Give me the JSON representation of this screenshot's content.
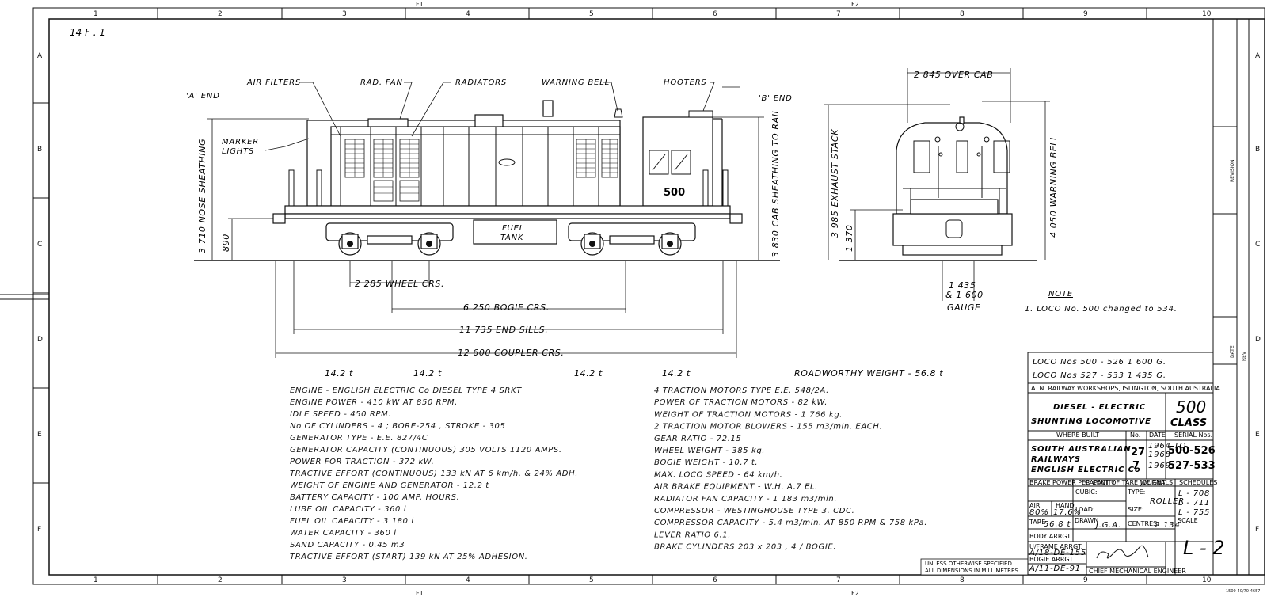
{
  "drawing": {
    "sheet_ref": "14 F . 1",
    "grid_cols": [
      "1",
      "2",
      "3",
      "4",
      "5",
      "6",
      "7",
      "8",
      "9",
      "10"
    ],
    "grid_rows": [
      "A",
      "B",
      "C",
      "D",
      "E",
      "F"
    ],
    "fold_marks": [
      "F1",
      "F2"
    ],
    "revision_labels": [
      "REVISION",
      "DATE",
      "REV"
    ],
    "corner_code": "1500-40/70-4657"
  },
  "side_view": {
    "a_end": "'A' END",
    "b_end": "'B' END",
    "callouts": {
      "air_filters": "AIR FILTERS",
      "rad_fan": "RAD. FAN",
      "radiators": "RADIATORS",
      "warning_bell": "WARNING BELL",
      "hooters": "HOOTERS",
      "marker_lights": [
        "MARKER",
        "LIGHTS"
      ],
      "fuel_tank": [
        "FUEL",
        "TANK"
      ]
    },
    "loco_number": "500",
    "dims": {
      "nose_sheathing": "3 710 NOSE SHEATHING",
      "d890": "890",
      "cab_sheathing": "3 830 CAB SHEATHING TO RAIL",
      "wheel_crs": "2 285 WHEEL CRS.",
      "bogie_crs": "6 250 BOGIE CRS.",
      "end_sills": "11 735 END SILLS.",
      "coupler_crs": "12 600 COUPLER CRS."
    },
    "axle_loads": [
      "14.2 t",
      "14.2 t",
      "14.2 t",
      "14.2 t"
    ],
    "roadworthy": "ROADWORTHY WEIGHT - 56.8 t"
  },
  "end_view": {
    "over_cab": "2 845 OVER CAB",
    "exhaust": "3 985 EXHAUST STACK",
    "warning_bell": "4 050 WARNING BELL",
    "d1370": "1 370",
    "gauge": [
      "1 435",
      "& 1 600",
      "GAUGE"
    ]
  },
  "note": {
    "title": "NOTE",
    "text": "1. LOCO No. 500 changed to 534."
  },
  "specs_left": [
    "ENGINE - ENGLISH ELECTRIC Co DIESEL TYPE 4 SRKT",
    "ENGINE POWER - 410 kW AT 850 RPM.",
    "IDLE SPEED - 450 RPM.",
    "No OF CYLINDERS - 4 ; BORE-254 , STROKE - 305",
    "GENERATOR TYPE - E.E. 827/4C",
    "GENERATOR CAPACITY (CONTINUOUS) 305 VOLTS 1120 AMPS.",
    "POWER FOR TRACTION - 372 kW.",
    "TRACTIVE EFFORT (CONTINUOUS) 133 kN AT 6 km/h. & 24% ADH.",
    "WEIGHT OF ENGINE AND GENERATOR - 12.2 t",
    "BATTERY CAPACITY - 100 AMP. HOURS.",
    "LUBE OIL CAPACITY - 360 l",
    "FUEL OIL CAPACITY - 3 180 l",
    "WATER CAPACITY - 360 l",
    "SAND CAPACITY - 0.45 m3",
    "TRACTIVE EFFORT (START) 139 kN AT 25% ADHESION."
  ],
  "specs_right": [
    "4 TRACTION MOTORS TYPE E.E. 548/2A.",
    "POWER OF TRACTION MOTORS - 82 kW.",
    "WEIGHT OF TRACTION MOTORS - 1 766 kg.",
    "2 TRACTION MOTOR BLOWERS - 155 m3/min. EACH.",
    "GEAR RATIO - 72.15",
    "WHEEL WEIGHT - 385 kg.",
    "BOGIE WEIGHT - 10.7 t.",
    "MAX. LOCO SPEED - 64 km/h.",
    "AIR BRAKE EQUIPMENT - W.H. A.7 EL.",
    "RADIATOR FAN CAPACITY - 1 183 m3/min.",
    "COMPRESSOR - WESTINGHOUSE TYPE 3. CDC.",
    "COMPRESSOR CAPACITY - 5.4 m3/min. AT 850 RPM & 758 kPa.",
    "LEVER RATIO 6.1.",
    "BRAKE CYLINDERS 203 x 203 , 4 / BOGIE."
  ],
  "title_block": {
    "loco_line1": "LOCO Nos 500 - 526 1 600 G.",
    "loco_line2": "LOCO Nos 527 - 533 1 435 G.",
    "workshops": "A. N. RAILWAY WORKSHOPS, ISLINGTON, SOUTH AUSTRALIA",
    "title1": "DIESEL - ELECTRIC",
    "title2": "SHUNTING LOCOMOTIVE",
    "class_no": "500",
    "class_word": "CLASS",
    "hdr_where": "WHERE BUILT",
    "hdr_no": "No.",
    "hdr_date": "DATE",
    "hdr_serial": "SERIAL Nos.",
    "builder1": "SOUTH AUSTRALIAN",
    "builder2": "RAILWAYS",
    "builder3": "ENGLISH ELECTRIC Co",
    "no1": "27",
    "no2": "7",
    "date1": "1964 TO",
    "date2": "1968",
    "date3": "1969",
    "serial1": "500-526",
    "serial2": "527-533",
    "brake_power": "BRAKE POWER PER CENT OF TARE WEIGHT",
    "capacity": "CAPACITY",
    "journals": "JOURNALS",
    "schedules": "SCHEDULES",
    "cubic": "CUBIC:",
    "type": "TYPE:",
    "roller": "ROLLER",
    "size": "SIZE:",
    "load": "LOAD:",
    "air": "AIR",
    "hand": "HAND",
    "air_val": "80%",
    "hand_val": "17.6%",
    "sched": [
      "L - 708",
      "L - 711",
      "L - 755"
    ],
    "tare": "TARE",
    "tare_val": "56.8 t",
    "drawn": "DRAWN",
    "drawn_val": "J.G.A.",
    "centres": "CENTRES:",
    "centres_val": "2 134",
    "scale": "SCALE",
    "body_arrgt": "BODY ARRGT.",
    "uframe": "U/FRAME ARRGT.",
    "uframe_val": "A/18-DE-155",
    "bogie": "BOGIE ARRGT.",
    "bogie_val": "A/11-DE-91",
    "chief": "CHIEF MECHANICAL ENGINEER",
    "drg_no": "L - 2",
    "unless1": "UNLESS OTHERWISE SPECIFIED",
    "unless2": "ALL DIMENSIONS IN MILLIMETRES"
  }
}
